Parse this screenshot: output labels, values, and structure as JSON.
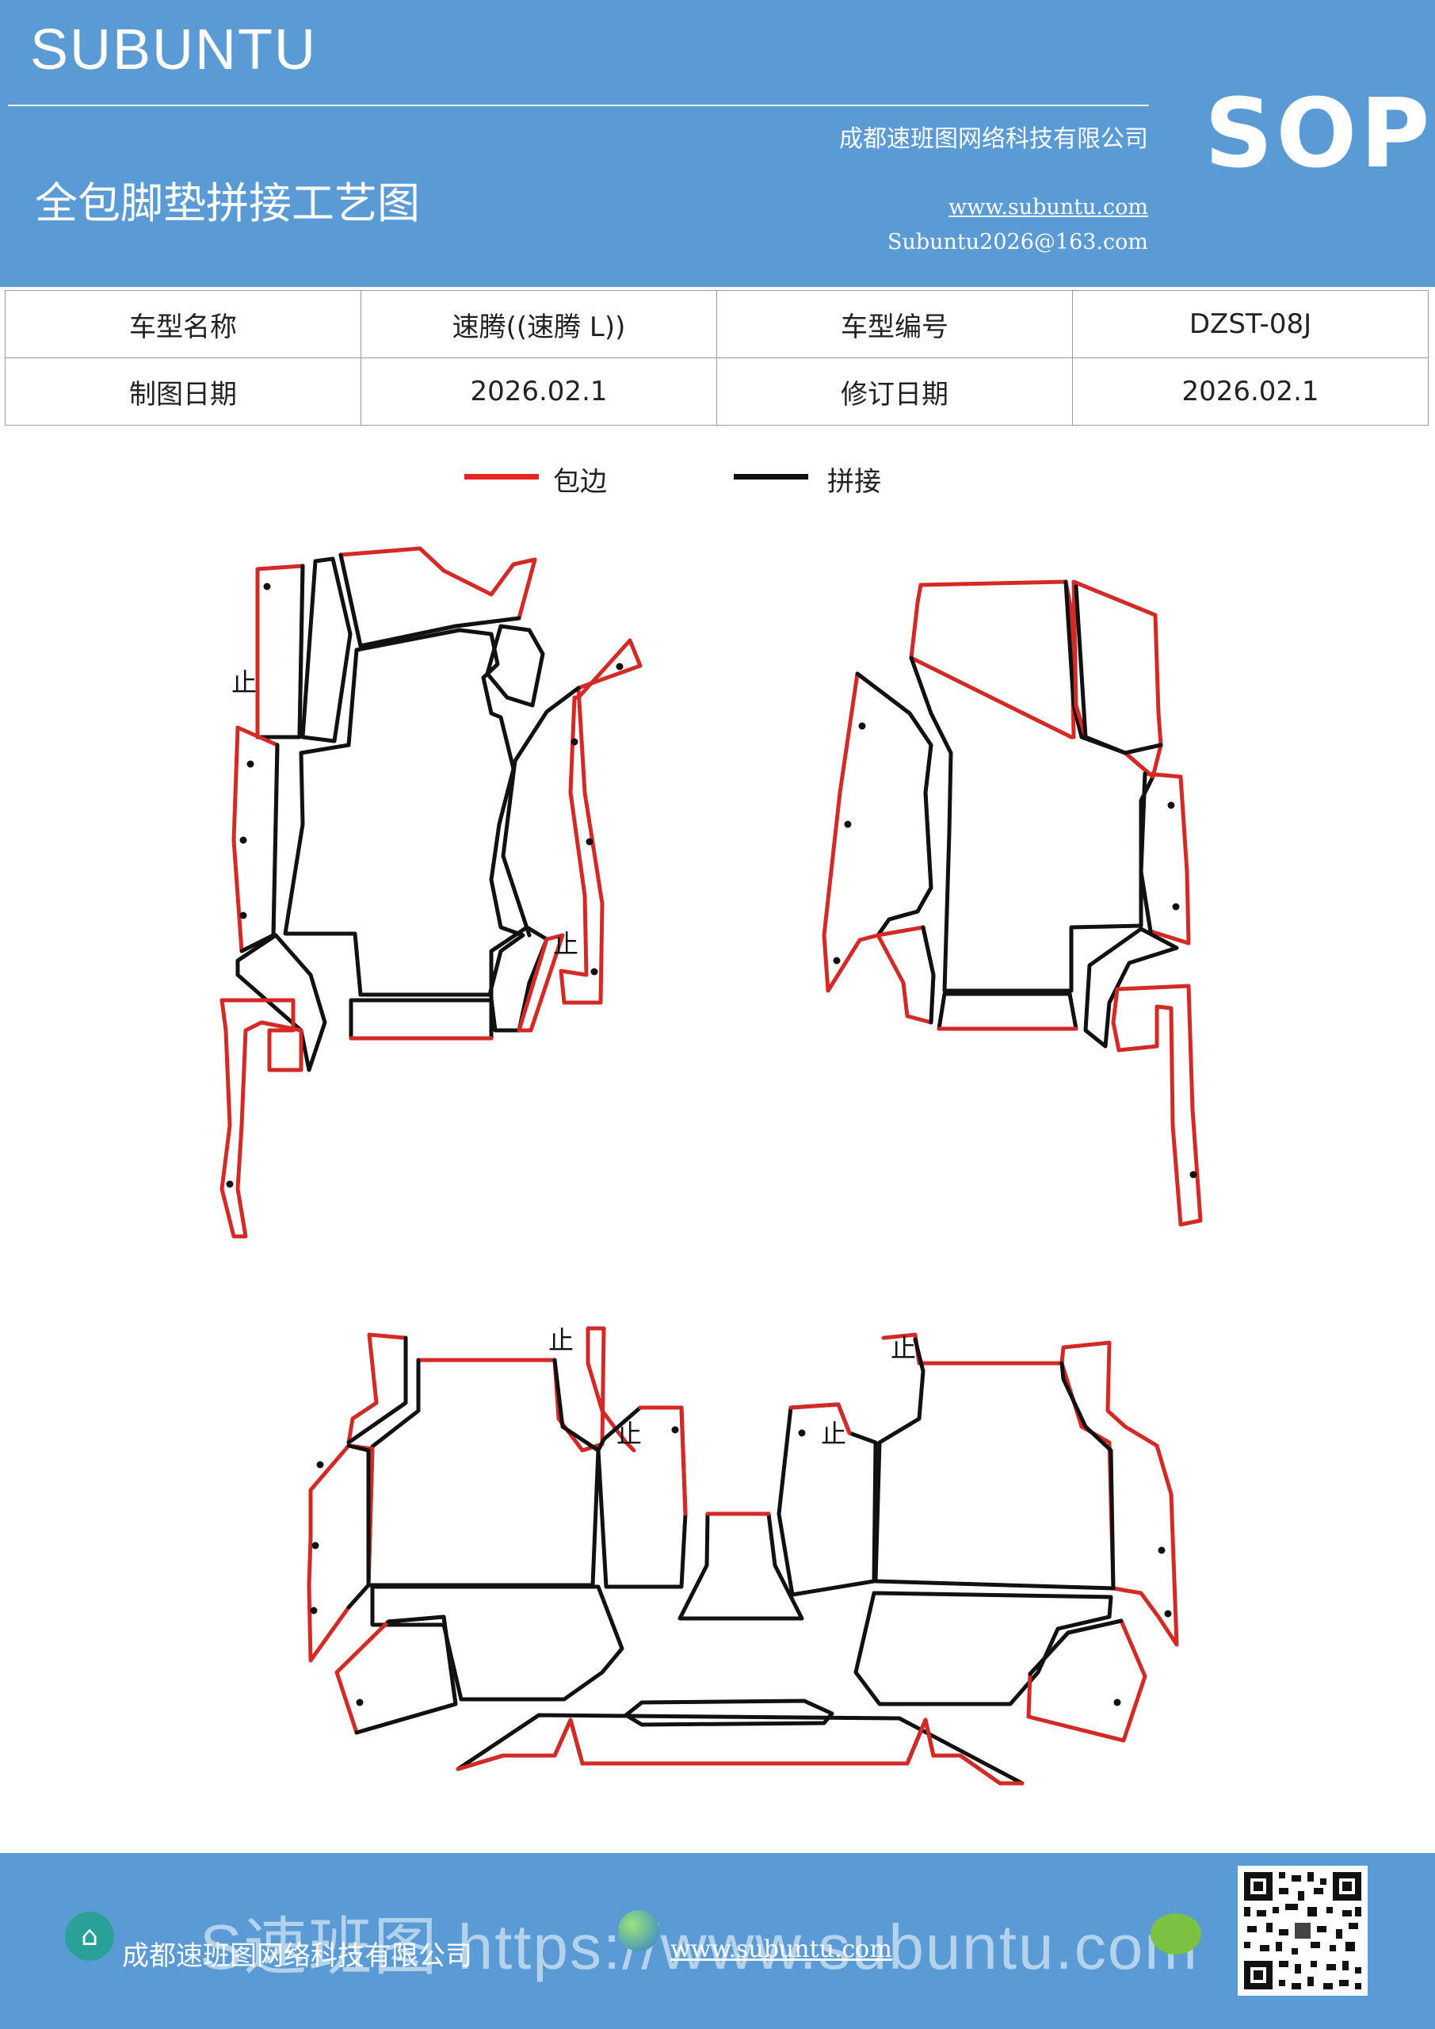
{
  "header": {
    "brand": "SUBUNTU",
    "doc_type": "SOP",
    "title": "全包脚垫拼接工艺图",
    "company": "成都速班图网络科技有限公司",
    "website": "www.subuntu.com",
    "email": "Subuntu2026@163.com"
  },
  "info_table": {
    "rows": [
      [
        "车型名称",
        "速腾((速腾 L))",
        "车型编号",
        "DZST-08J"
      ],
      [
        "制图日期",
        "2026.02.1",
        "修订日期",
        "2026.02.1"
      ]
    ]
  },
  "legend": {
    "items": [
      {
        "label": "包边",
        "color": "#e8231f"
      },
      {
        "label": "拼接",
        "color": "#111111"
      }
    ]
  },
  "diagram": {
    "stop_mark": "止",
    "edge_color": "#d42a26",
    "seam_color": "#111111"
  },
  "footer": {
    "company": "成都速班图网络科技有限公司",
    "banner": "S速班图 https://www.subuntu.com",
    "website": "www.subuntu.com",
    "icons": [
      "building-icon",
      "globe-icon",
      "wechat-icon",
      "qr-code"
    ]
  }
}
